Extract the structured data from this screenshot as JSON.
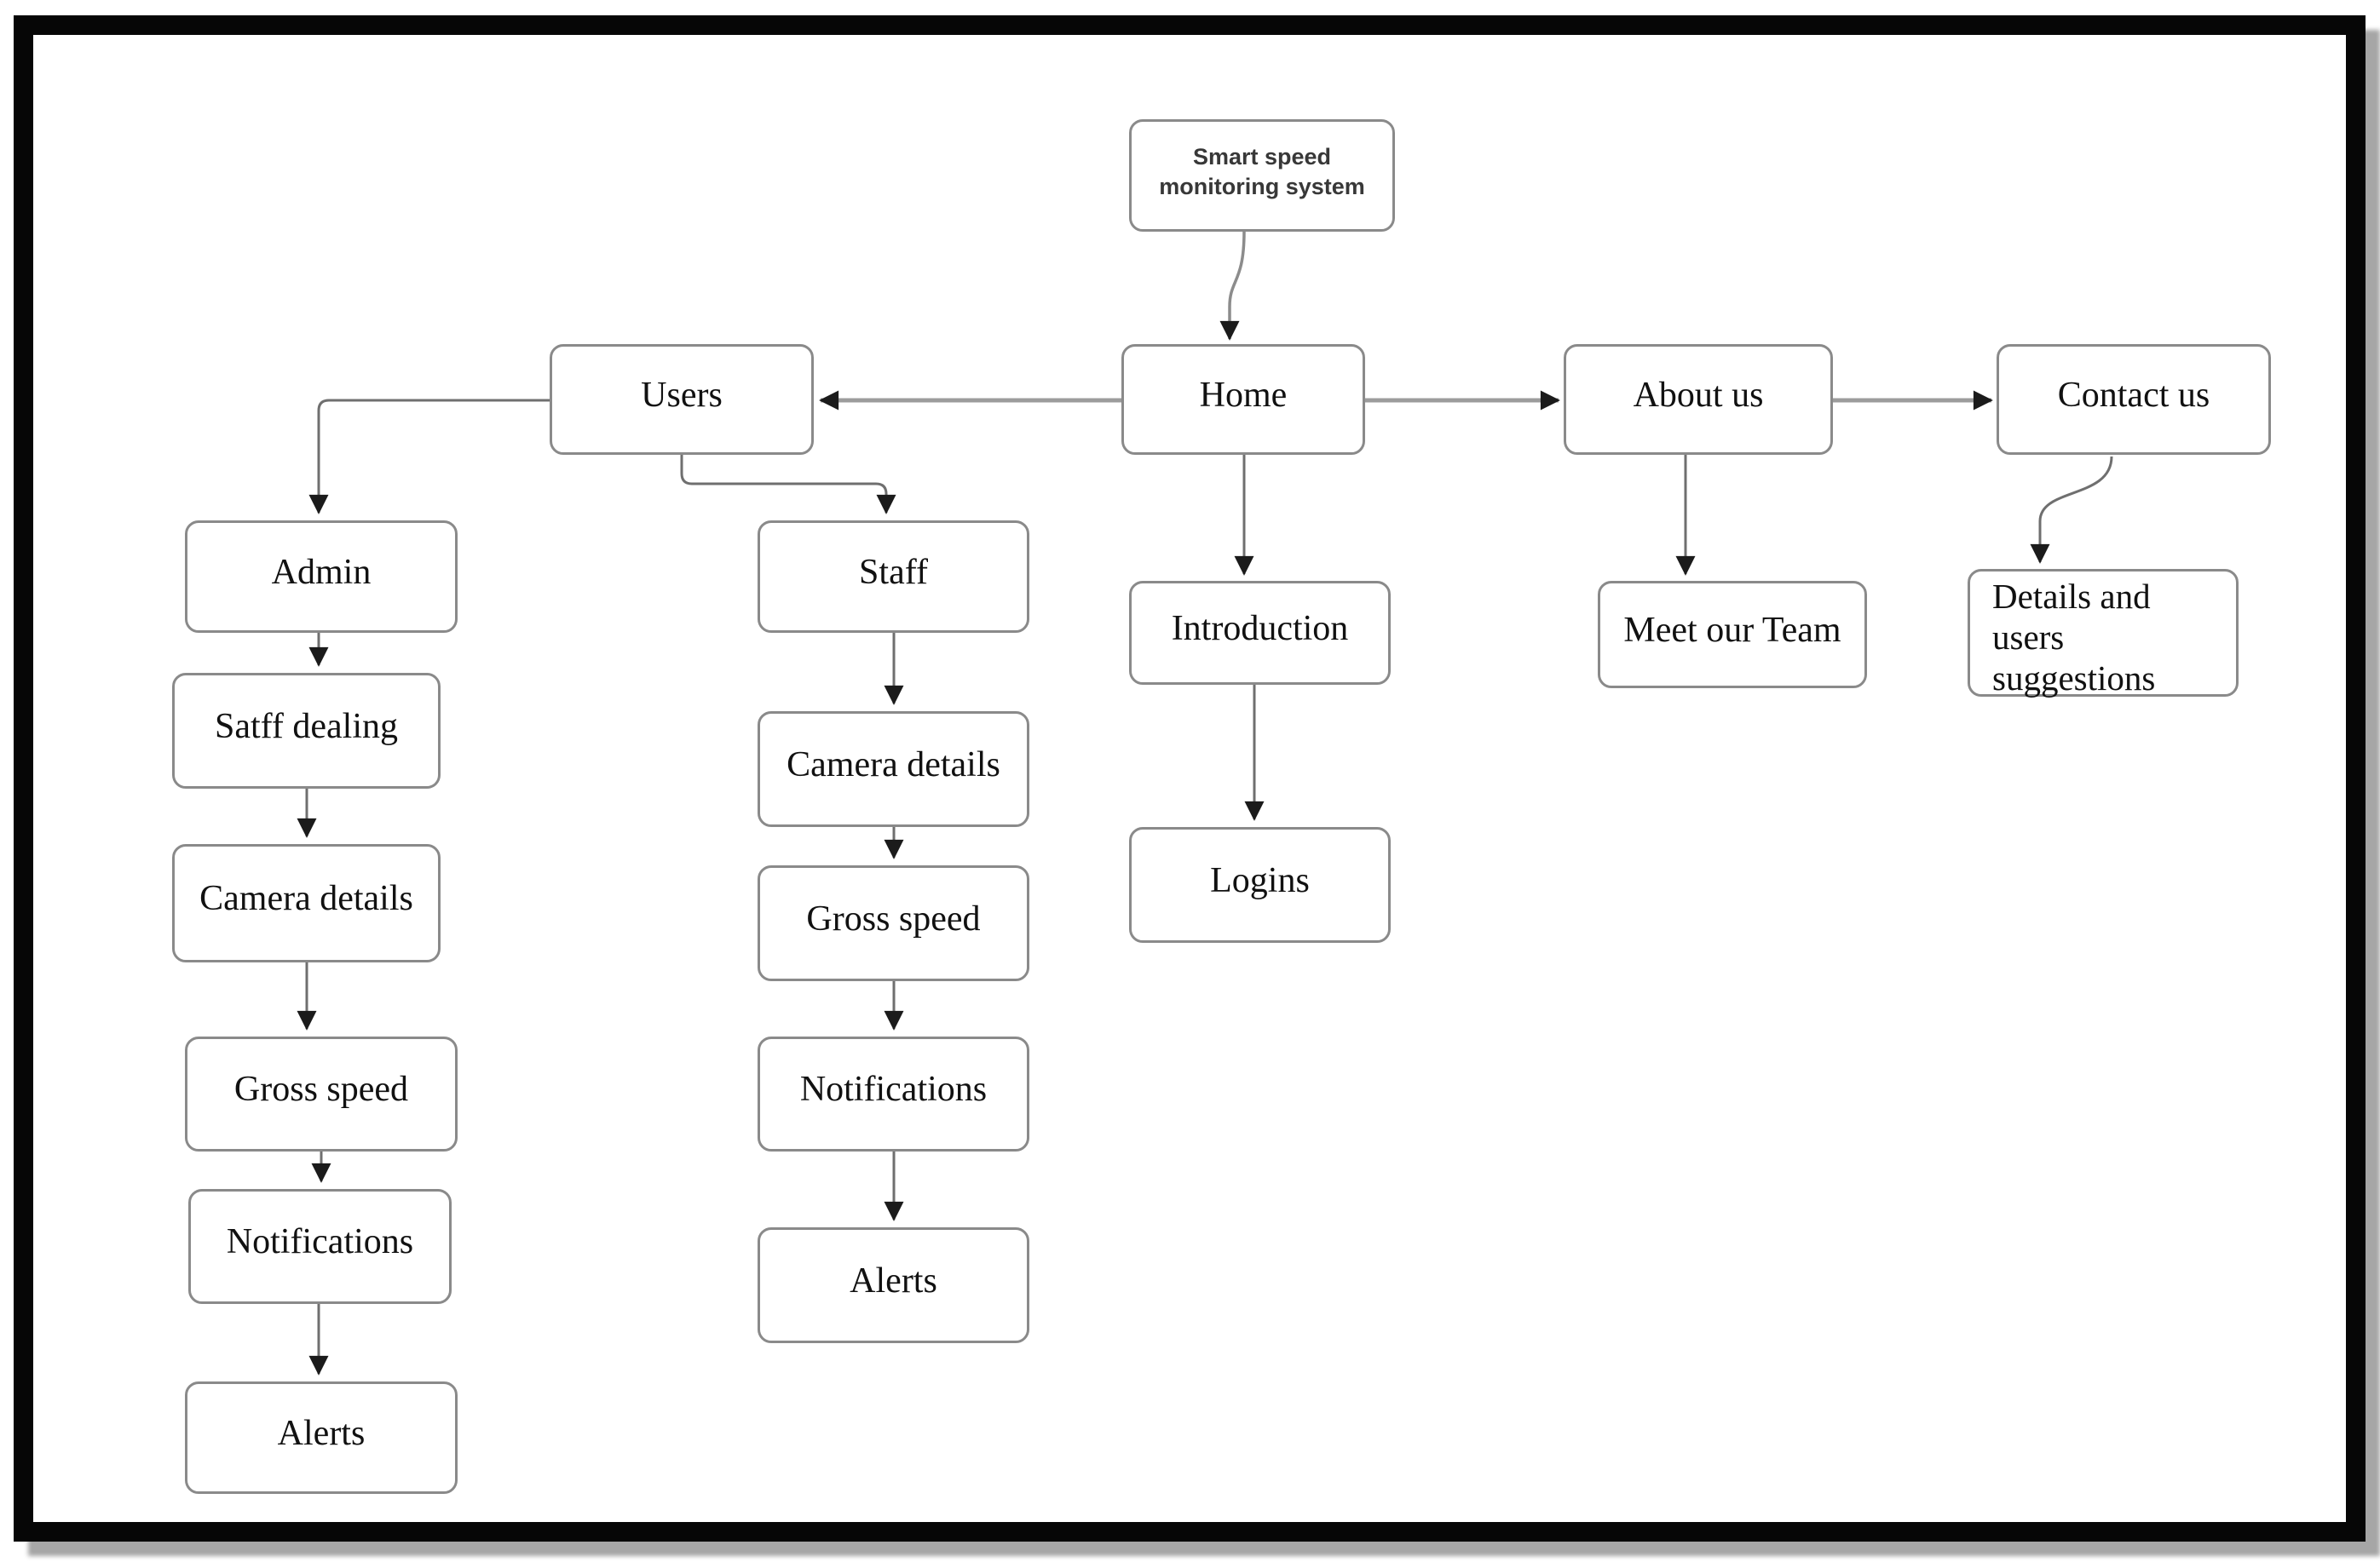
{
  "diagram": {
    "nodes": {
      "root": {
        "label": "Smart speed monitoring system"
      },
      "users": {
        "label": "Users"
      },
      "home": {
        "label": "Home"
      },
      "about_us": {
        "label": "About us"
      },
      "contact_us": {
        "label": "Contact us"
      },
      "admin": {
        "label": "Admin"
      },
      "staff": {
        "label": "Staff"
      },
      "introduction": {
        "label": "Introduction"
      },
      "meet_our_team": {
        "label": "Meet our Team"
      },
      "details_suggestions": {
        "label": "Details and users suggestions"
      },
      "satff_dealing": {
        "label": "Satff dealing"
      },
      "admin_camera_details": {
        "label": "Camera details"
      },
      "admin_gross_speed": {
        "label": "Gross speed"
      },
      "admin_notifications": {
        "label": "Notifications"
      },
      "admin_alerts": {
        "label": "Alerts"
      },
      "staff_camera_details": {
        "label": "Camera details"
      },
      "staff_gross_speed": {
        "label": "Gross speed"
      },
      "staff_notifications": {
        "label": "Notifications"
      },
      "staff_alerts": {
        "label": "Alerts"
      },
      "logins": {
        "label": "Logins"
      }
    },
    "edges": [
      {
        "from": "root",
        "to": "home"
      },
      {
        "from": "home",
        "to": "users"
      },
      {
        "from": "home",
        "to": "about_us"
      },
      {
        "from": "about_us",
        "to": "contact_us"
      },
      {
        "from": "users",
        "to": "admin"
      },
      {
        "from": "users",
        "to": "staff"
      },
      {
        "from": "home",
        "to": "introduction"
      },
      {
        "from": "introduction",
        "to": "logins"
      },
      {
        "from": "about_us",
        "to": "meet_our_team"
      },
      {
        "from": "contact_us",
        "to": "details_suggestions"
      },
      {
        "from": "admin",
        "to": "satff_dealing"
      },
      {
        "from": "satff_dealing",
        "to": "admin_camera_details"
      },
      {
        "from": "admin_camera_details",
        "to": "admin_gross_speed"
      },
      {
        "from": "admin_gross_speed",
        "to": "admin_notifications"
      },
      {
        "from": "admin_notifications",
        "to": "admin_alerts"
      },
      {
        "from": "staff",
        "to": "staff_camera_details"
      },
      {
        "from": "staff_camera_details",
        "to": "staff_gross_speed"
      },
      {
        "from": "staff_gross_speed",
        "to": "staff_notifications"
      },
      {
        "from": "staff_notifications",
        "to": "staff_alerts"
      }
    ],
    "colors": {
      "frame": "#060606",
      "frame_shadow": "#a6a6a6",
      "node_fill": "#ffffff",
      "node_border": "#8a8a8a",
      "connector": "#6f6f6f",
      "connector_thick": "#9c9c9c",
      "arrowhead": "#1b1b1b",
      "text": "#111111"
    }
  }
}
